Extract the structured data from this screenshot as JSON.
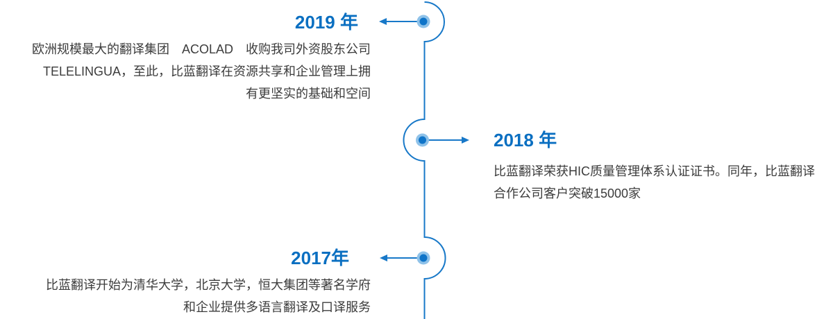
{
  "colors": {
    "background": "#ffffff",
    "accent": "#0a6fc1",
    "spine": "#1778c8",
    "node_fill": "#0f74c8",
    "node_halo": "#8fc2e9",
    "body_text": "#3c3c3c"
  },
  "timeline": {
    "items": [
      {
        "year": "2019 年",
        "side": "left",
        "lines": [
          "欧洲规模最大的翻译集团　ACOLAD　收购我司外资股东公司",
          "TELELINGUA，至此，比蓝翻译在资源共享和企业管理上拥",
          "有更坚实的基础和空间"
        ]
      },
      {
        "year": "2018 年",
        "side": "right",
        "lines": [
          "比蓝翻译荣获HIC质量管理体系认证证书。同年，比蓝翻译",
          "合作公司客户突破15000家"
        ]
      },
      {
        "year": "2017年",
        "side": "left",
        "lines": [
          "比蓝翻译开始为清华大学，北京大学，恒大集团等著名学府",
          "和企业提供多语言翻译及口译服务"
        ]
      }
    ]
  }
}
